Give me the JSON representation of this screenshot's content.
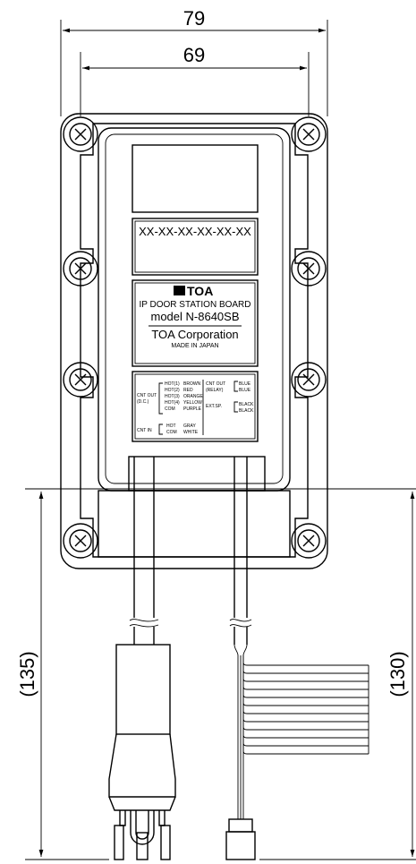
{
  "dimensions": {
    "overall_width": "79",
    "hole_pitch": "69",
    "left_height": "(135)",
    "right_height": "(130)"
  },
  "serial_label": "XX-XX-XX-XX-XX-XX",
  "nameplate": {
    "logo_text": "TOA",
    "product_line": "IP DOOR STATION BOARD",
    "model": "model N-8640SB",
    "company": "TOA Corporation",
    "origin": "MADE IN JAPAN"
  },
  "wiring_label": {
    "cnt_out_dc": "CNT OUT\n(D.C.)",
    "cnt_out_dc_lines": [
      "CNT OUT",
      "(D.C.)"
    ],
    "cnt_out_dc_pins": [
      "HOT(1)",
      "HOT(2)",
      "HOT(3)",
      "HOT(4)",
      "COM"
    ],
    "cnt_out_dc_colors": [
      "BROWN",
      "RED",
      "ORANGE",
      "YELLOW",
      "PURPLE"
    ],
    "cnt_out_relay_lines": [
      "CNT OUT",
      "(RELAY)"
    ],
    "cnt_out_relay_colors": [
      "BLUE",
      "BLUE"
    ],
    "ext_sp": "EXT.SP.",
    "ext_sp_colors": [
      "BLACK",
      "BLACK"
    ],
    "cnt_in": "CNT IN",
    "cnt_in_pins": [
      "HOT",
      "COM"
    ],
    "cnt_in_colors": [
      "GRAY",
      "WHITE"
    ]
  }
}
